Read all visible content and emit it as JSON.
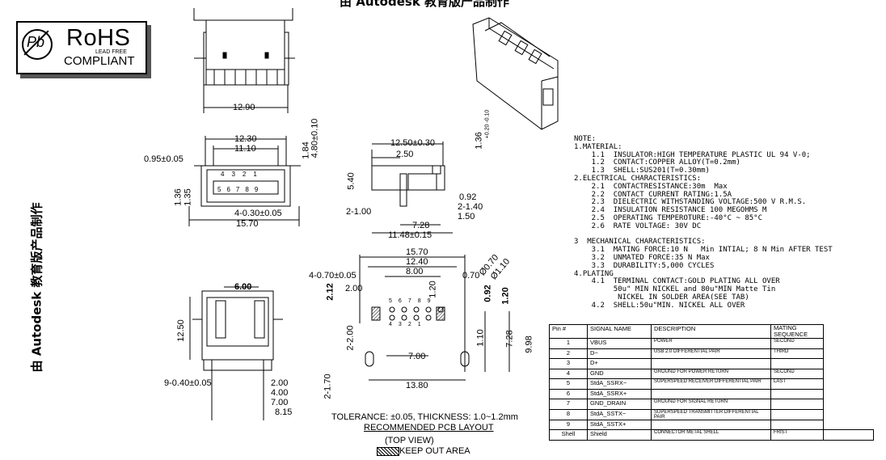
{
  "watermark": "由 Autodesk 教育版产品制作",
  "rohs": {
    "title": "RoHS",
    "lead_free": "LEAD FREE",
    "compliant": "COMPLIANT",
    "pb": "Pb"
  },
  "dims": {
    "d1290": "12.90",
    "d1230": "12.30",
    "d1110": "11.10",
    "d095": "0.95±0.05",
    "d184": "1.84",
    "d480": "4.80±0.10",
    "d136": "1.36",
    "d135": "1.35",
    "d4_030": "4-0.30±0.05",
    "d1570a": "15.70",
    "d1250": "12.50±0.30",
    "d250": "2.50",
    "d136b": "1.36",
    "d136b_tol": "+0.20 -0.10",
    "d540": "5.40",
    "d092": "0.92",
    "d2_100": "2-1.00",
    "d2_140": "2-1.40",
    "d150": "1.50",
    "d728": "7.28",
    "d1148": "11.48±0.15",
    "d600": "6.00",
    "d1250b": "12.50",
    "d9_040": "9-0.40±0.05",
    "d200": "2.00",
    "d400": "4.00",
    "d700": "7.00",
    "d815": "8.15",
    "d1570b": "15.70",
    "d1240": "12.40",
    "d800": "8.00",
    "d4_070": "4-0.70±0.05",
    "d212": "2.12",
    "d200b": "2.00",
    "d120": "1.20",
    "d070": "0.70",
    "dphi070": "Ø0.70",
    "dphi110": "Ø1.10",
    "d092b": "0.92",
    "d120b": "1.20",
    "d2_200": "2-2.00",
    "d700b": "7.00",
    "d110": "1.10",
    "d728b": "7.28",
    "d998": "9.98",
    "d2_170": "2-1.70",
    "d1380": "13.80"
  },
  "pin_numbers_top": [
    "4",
    "3",
    "2",
    "1"
  ],
  "pin_numbers_bottom": [
    "5",
    "6",
    "7",
    "8",
    "9"
  ],
  "pcb_pins_top": [
    "5",
    "6",
    "7",
    "8",
    "9"
  ],
  "pcb_pins_bottom": [
    "4",
    "3",
    "2",
    "1"
  ],
  "notes": [
    "NOTE:",
    "1.MATERIAL:",
    "    1.1  INSULATOR:HIGH TEMPERATURE PLASTIC UL 94 V-0;",
    "    1.2  CONTACT:COPPER ALLOY(T=0.2mm)",
    "    1.3  SHELL:SUS201(T=0.30mm)",
    "2.ELECTRICAL CHARACTERISTICS:",
    "    2.1  CONTACTRESISTANCE:30m  Max",
    "    2.2  CONTACT CURRENT RATING:1.5A",
    "    2.3  DIELECTRIC WITHSTANDING VOLTAGE:500 V R.M.S.",
    "    2.4  INSULATION RESISTANCE 100 MEGOHMS M",
    "    2.5  OPERATING TEMPEROTURE:-40°C ~ 85°C",
    "    2.6  RATE VOLTAGE: 30V DC",
    "",
    "3  MECHANICAL CHARACTERISTICS:",
    "    3.1  MATING FORCE:10 N   Min INTIAL; 8 N Min AFTER TEST",
    "    3.2  UNMATED FORCE:35 N Max",
    "    3.3  DURABILITY:5,000 CYCLES",
    "4.PLATING",
    "    4.1  TERMINAL CONTACT:GOLD PLATING ALL OVER",
    "         50u\" MIN NICKEL and 80u\"MIN Matte Tin",
    "          NICKEL IN SOLDER AREA(SEE TAB)",
    "    4.2  SHELL:50u\"MIN. NICKEL ALL OVER"
  ],
  "pin_table": {
    "headers": [
      "Pin #",
      "SIGNAL NAME",
      "DESCRIPTION",
      "MATING SEQUENCE"
    ],
    "rows": [
      [
        "1",
        "VBUS",
        "POWER",
        "SECOND"
      ],
      [
        "2",
        "D−",
        "USB 2.0 DIFFERENTIAL PAIR",
        "THIRD"
      ],
      [
        "3",
        "D+",
        "",
        ""
      ],
      [
        "4",
        "GND",
        "GROUND FOR POWER RETURN",
        "SECOND"
      ],
      [
        "5",
        "StdA_SSRX−",
        "SUPERSPEED RECEIVER DIFFERENTIAL PAIR",
        "LAST"
      ],
      [
        "6",
        "StdA_SSRX+",
        "",
        ""
      ],
      [
        "7",
        "GND_DRAIN",
        "GROUND FOR SIGNAL RETURN",
        ""
      ],
      [
        "8",
        "StdA_SSTX−",
        "SUPERSPEED TRANSMITTER DIFFERENTIAL PAIR",
        ""
      ],
      [
        "9",
        "StdA_SSTX+",
        "",
        ""
      ],
      [
        "Shell",
        "Shield",
        "CONNECTOR METAL SHELL",
        "FRIST"
      ]
    ]
  },
  "footer": {
    "tolerance": "TOLERANCE: ±0.05, THICKNESS: 1.0~1.2mm",
    "recommended": "RECOMMENDED PCB LAYOUT",
    "top_view": "(TOP VIEW)",
    "keep_out": "KEEP OUT AREA"
  }
}
